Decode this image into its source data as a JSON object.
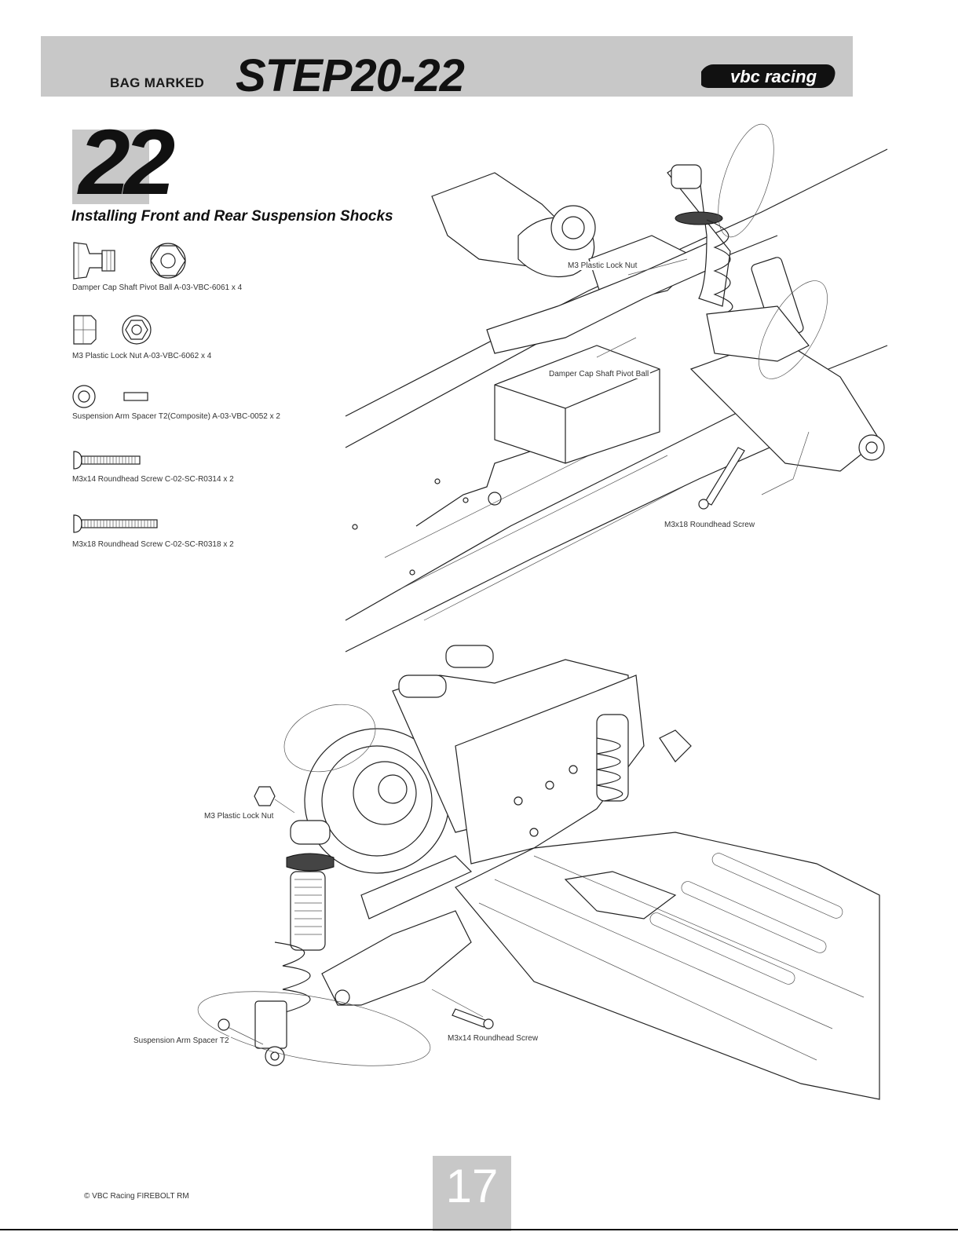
{
  "header": {
    "bag_label": "BAG MARKED",
    "step_range": "STEP20-22",
    "brand": "vbc racing"
  },
  "step": {
    "number": "22",
    "title": "Installing Front and Rear Suspension Shocks"
  },
  "parts": [
    {
      "label": "Damper Cap Shaft Pivot Ball A-03-VBC-6061 x 4",
      "icon": "pivot-ball-icon"
    },
    {
      "label": "M3 Plastic Lock Nut A-03-VBC-6062 x 4",
      "icon": "lock-nut-icon"
    },
    {
      "label": "Suspension Arm Spacer T2(Composite) A-03-VBC-0052 x 2",
      "icon": "spacer-icon"
    },
    {
      "label": "M3x14 Roundhead Screw C-02-SC-R0314 x 2",
      "icon": "screw-short-icon"
    },
    {
      "label": "M3x18 Roundhead Screw C-02-SC-R0318 x 2",
      "icon": "screw-long-icon"
    }
  ],
  "callouts": {
    "top_lock_nut": "M3 Plastic Lock Nut",
    "top_pivot_ball": "Damper Cap Shaft Pivot Ball",
    "top_screw": "M3x18 Roundhead Screw",
    "bottom_lock_nut": "M3 Plastic Lock Nut",
    "bottom_spacer": "Suspension Arm Spacer T2",
    "bottom_screw": "M3x14 Roundhead Screw"
  },
  "footer": {
    "copyright": "© VBC Racing FIREBOLT RM",
    "page_number": "17"
  }
}
